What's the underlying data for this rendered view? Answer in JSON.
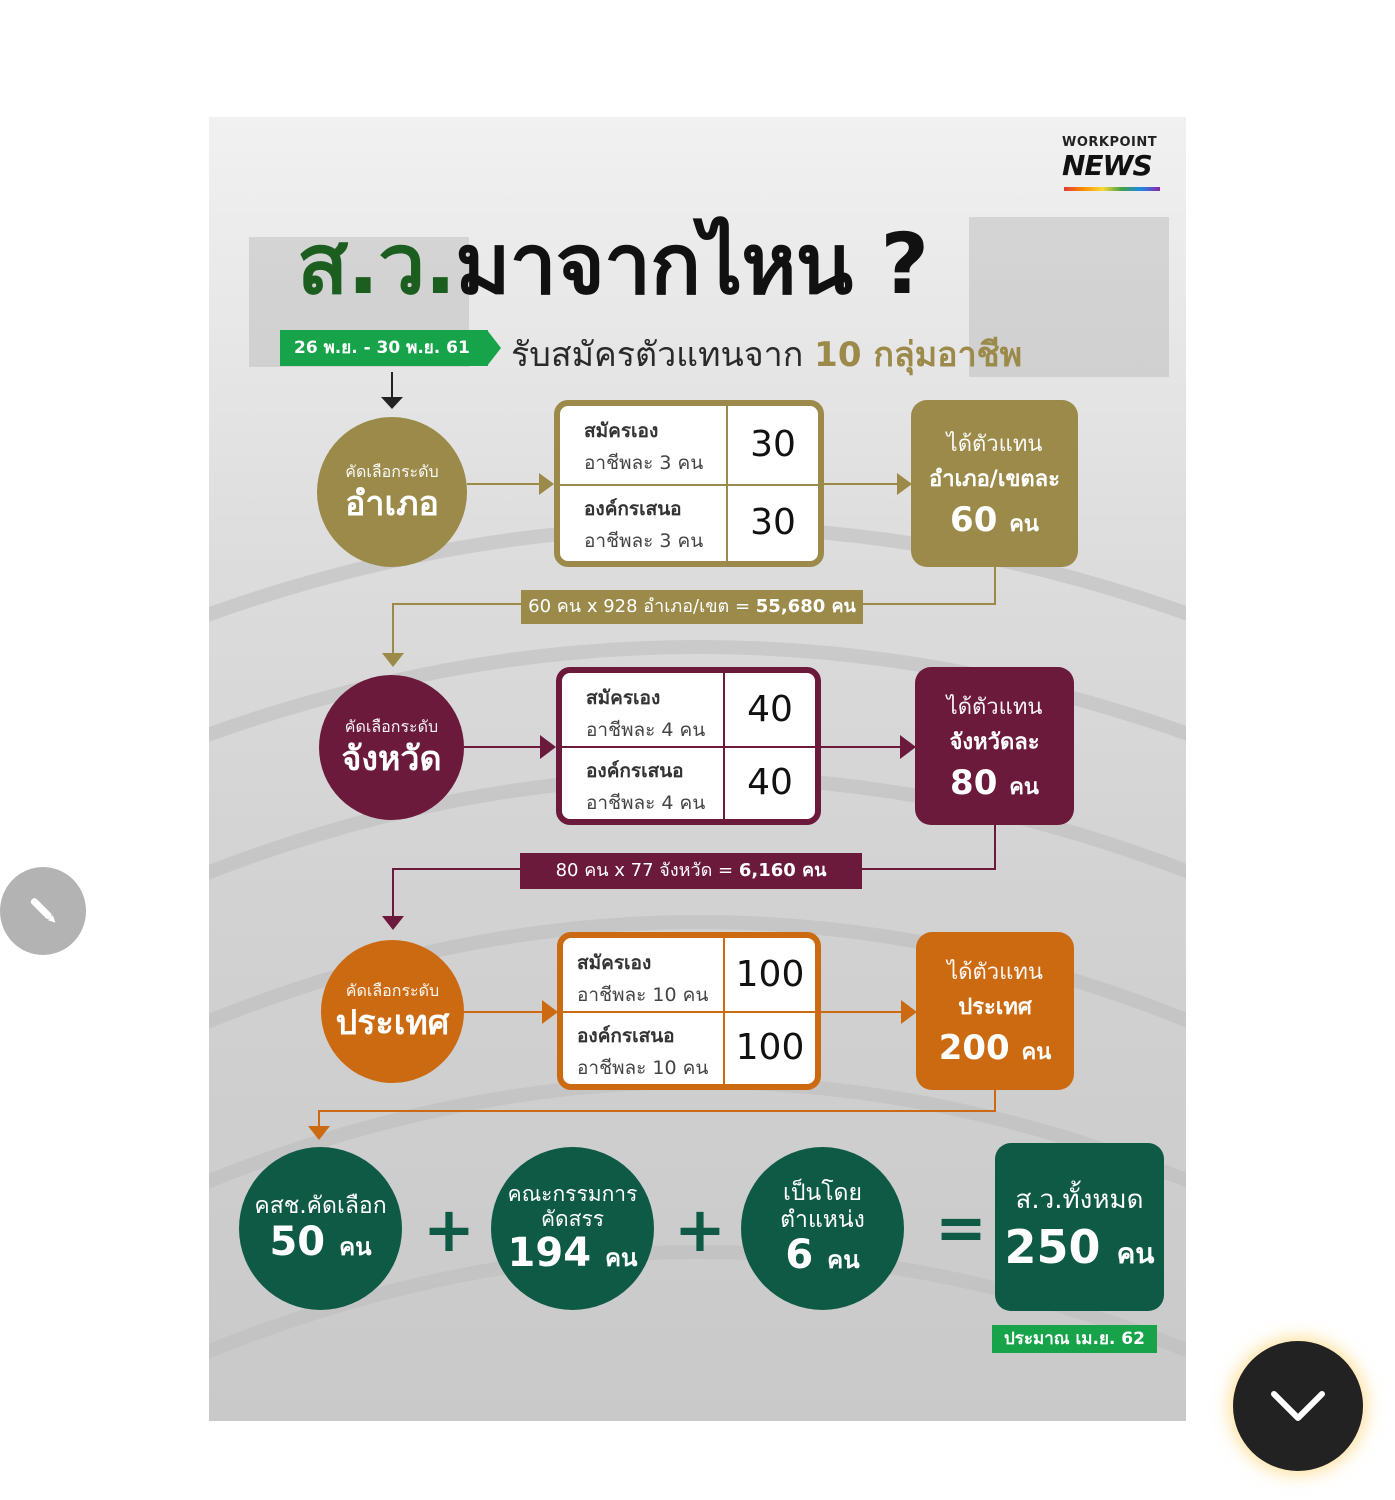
{
  "brand": {
    "top": "WORKPOINT",
    "bottom": "NEWS"
  },
  "title": {
    "green": "ส.ว.",
    "black": "มาจากไหน ?"
  },
  "date_tag": "26 พ.ย. - 30 พ.ย. 61",
  "subtitle": {
    "text": "รับสมัครตัวแทนจาก",
    "highlight": "10 กลุ่มอาชีพ"
  },
  "levels": [
    {
      "color": "#9b8a4a",
      "circle": {
        "small": "คัดเลือกระดับ",
        "big": "อำเภอ"
      },
      "rows": [
        {
          "title": "สมัครเอง",
          "detail": "อาชีพละ 3 คน",
          "value": "30"
        },
        {
          "title": "องค์กรเสนอ",
          "detail": "อาชีพละ 3 คน",
          "value": "30"
        }
      ],
      "result": {
        "l1": "ได้ตัวแทน",
        "l2": "อำเภอ/เขตละ",
        "num": "60",
        "unit": "คน"
      },
      "calc": {
        "text": "60 คน x 928 อำเภอ/เขต = ",
        "bold": "55,680 คน"
      }
    },
    {
      "color": "#6b1a3c",
      "circle": {
        "small": "คัดเลือกระดับ",
        "big": "จังหวัด"
      },
      "rows": [
        {
          "title": "สมัครเอง",
          "detail": "อาชีพละ 4 คน",
          "value": "40"
        },
        {
          "title": "องค์กรเสนอ",
          "detail": "อาชีพละ 4 คน",
          "value": "40"
        }
      ],
      "result": {
        "l1": "ได้ตัวแทน",
        "l2": "จังหวัดละ",
        "num": "80",
        "unit": "คน"
      },
      "calc": {
        "text": "80 คน x 77 จังหวัด = ",
        "bold": "6,160 คน"
      }
    },
    {
      "color": "#cc6a12",
      "circle": {
        "small": "คัดเลือกระดับ",
        "big": "ประเทศ"
      },
      "rows": [
        {
          "title": "สมัครเอง",
          "detail": "อาชีพละ 10 คน",
          "value": "100"
        },
        {
          "title": "องค์กรเสนอ",
          "detail": "อาชีพละ 10 คน",
          "value": "100"
        }
      ],
      "result": {
        "l1": "ได้ตัวแทน",
        "l2": "ประเทศ",
        "num": "200",
        "unit": "คน"
      }
    }
  ],
  "summary": {
    "items": [
      {
        "text": "คสช.คัดเลือก",
        "num": "50",
        "unit": "คน"
      },
      {
        "text": "คณะกรรมการ คัดสรร",
        "num": "194",
        "unit": "คน"
      },
      {
        "text": "เป็นโดย ตำแหน่ง",
        "num": "6",
        "unit": "คน"
      }
    ],
    "plus": "+",
    "equals": "=",
    "total": {
      "text": "ส.ว.ทั้งหมด",
      "num": "250",
      "unit": "คน"
    },
    "approx": "ประมาณ เม.ย. 62"
  },
  "colors": {
    "gold": "#9b8a4a",
    "maroon": "#6b1a3c",
    "orange": "#cc6a12",
    "green": "#0e5a44",
    "tag_green": "#17a34a"
  }
}
